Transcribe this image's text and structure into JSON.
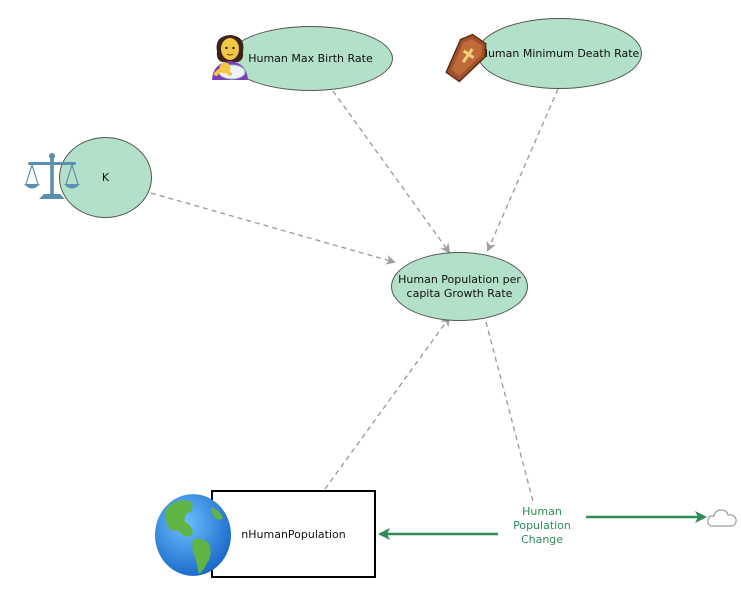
{
  "diagram": {
    "nodes": {
      "max_birth_rate": {
        "label": "Human Max Birth Rate",
        "icon": "mother-with-baby-icon"
      },
      "min_death_rate": {
        "label": "Human Minimum Death Rate",
        "icon": "coffin-icon"
      },
      "k": {
        "label": "K",
        "icon": "scales-icon"
      },
      "growth_rate": {
        "label": "Human Population per capita Growth Rate"
      },
      "population": {
        "label": "nHumanPopulation",
        "icon": "globe-icon"
      },
      "change": {
        "label": "Human Population Change"
      },
      "sink": {
        "icon": "cloud-icon"
      }
    },
    "colors": {
      "node_fill": "#b3e0c8",
      "node_stroke": "#545454",
      "link": "#9e9e9e",
      "flow": "#2e8b57"
    }
  }
}
